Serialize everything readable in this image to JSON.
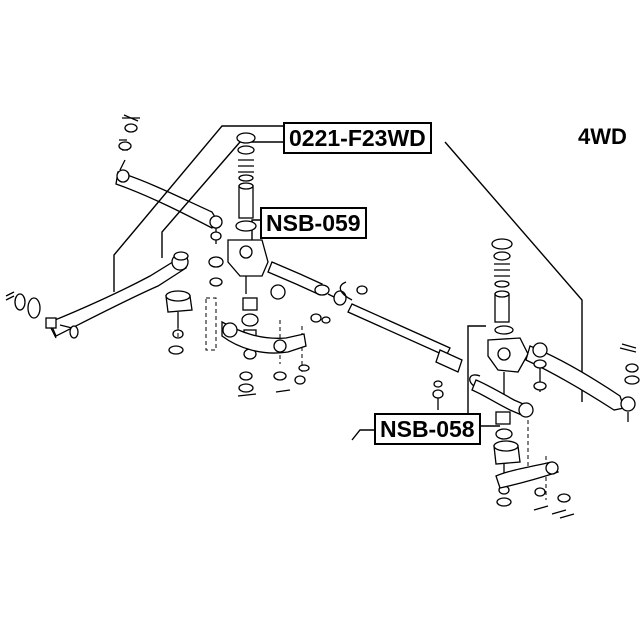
{
  "variant_label": "4WD",
  "callouts": {
    "idler_arm_assembly": "0221-F23WD",
    "upper_bushing": "NSB-059",
    "lower_bushing": "NSB-058"
  },
  "colors": {
    "line": "#000000",
    "background": "#ffffff"
  }
}
